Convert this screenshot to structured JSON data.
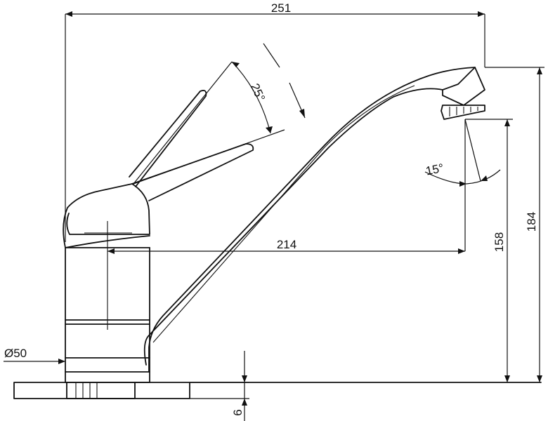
{
  "dimensions": {
    "overall_width": "251",
    "spout_reach": "214",
    "spout_height": "158",
    "overall_height": "184",
    "base_diameter": "Ø50",
    "mount_thickness": "6",
    "lever_angle": "25°",
    "spout_angle": "15°"
  }
}
